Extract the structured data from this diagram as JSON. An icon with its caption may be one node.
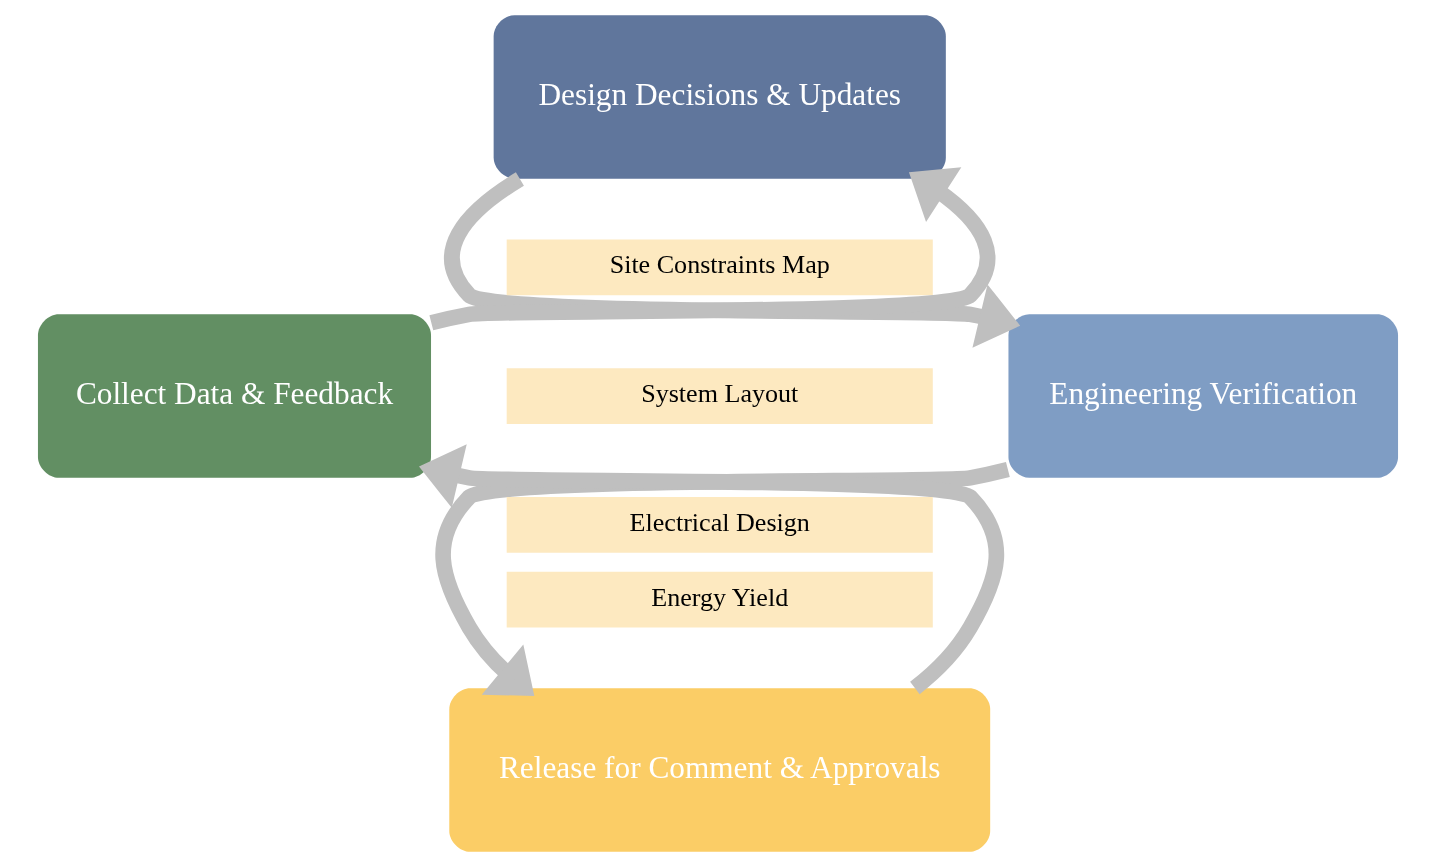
{
  "diagram": {
    "nodes": [
      {
        "text": [
          "Design Decisions & Updates"
        ]
      },
      {
        "text": [
          "Engineering Verification"
        ]
      },
      {
        "text": [
          "Release for Comment & Approvals"
        ]
      },
      {
        "text": [
          "Collect Data & Feedback"
        ]
      },
      {
        "text": [
          "Site Constraints Map"
        ]
      },
      {
        "text": [
          "System Layout"
        ]
      },
      {
        "text": [
          "Electrical Design"
        ]
      },
      {
        "text": [
          "Energy Yield"
        ]
      }
    ],
    "edges": [
      {
        "from": 0,
        "to": 1,
        "arrow": "to"
      },
      {
        "from": 1,
        "to": 2,
        "arrow": "to"
      },
      {
        "from": 2,
        "to": 3,
        "arrow": "to"
      },
      {
        "from": 3,
        "to": 0,
        "arrow": "to"
      }
    ]
  }
}
